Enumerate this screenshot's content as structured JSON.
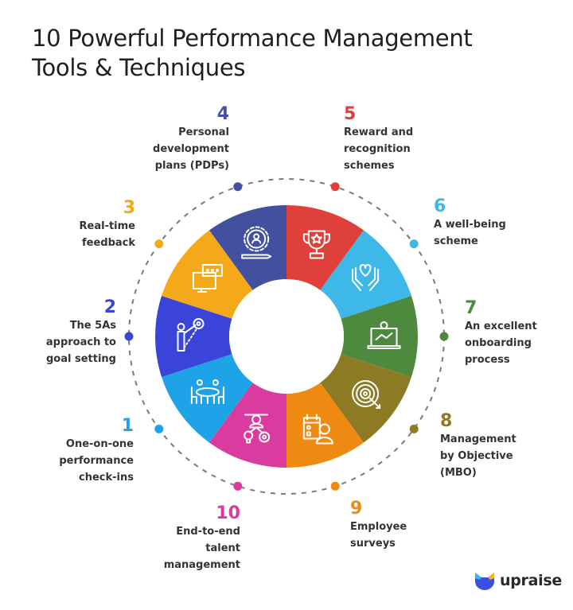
{
  "title": {
    "line1": "10 Powerful Performance Management",
    "line2": "Tools & Techniques"
  },
  "items": [
    {
      "number": "1",
      "lines": [
        "One-on-one",
        "performance",
        "check-ins"
      ],
      "color": "#1fa3e8",
      "icon": "meeting-table-icon"
    },
    {
      "number": "2",
      "lines": [
        "The 5As",
        "approach to",
        "goal setting"
      ],
      "color": "#3a44d8",
      "icon": "goal-pointer-icon"
    },
    {
      "number": "3",
      "lines": [
        "Real-time",
        "feedback"
      ],
      "color": "#f4a919",
      "icon": "monitor-chat-icon"
    },
    {
      "number": "4",
      "lines": [
        "Personal",
        "development",
        "plans (PDPs)"
      ],
      "color": "#43509f",
      "icon": "gear-person-pencil-icon"
    },
    {
      "number": "5",
      "lines": [
        "Reward and",
        "recognition",
        "schemes"
      ],
      "color": "#e0403a",
      "icon": "trophy-icon"
    },
    {
      "number": "6",
      "lines": [
        "A well-being",
        "scheme"
      ],
      "color": "#3db8e8",
      "icon": "hands-heart-icon"
    },
    {
      "number": "7",
      "lines": [
        "An excellent",
        "onboarding",
        "process"
      ],
      "color": "#4d8a3d",
      "icon": "laptop-handshake-icon"
    },
    {
      "number": "8",
      "lines": [
        "Management",
        "by Objective",
        "(MBO)"
      ],
      "color": "#8c7a24",
      "icon": "target-arrow-icon"
    },
    {
      "number": "9",
      "lines": [
        "Employee",
        "surveys"
      ],
      "color": "#ee8a12",
      "icon": "calendar-person-icon"
    },
    {
      "number": "10",
      "lines": [
        "End-to-end",
        "talent",
        "management"
      ],
      "color": "#d93c9e",
      "icon": "talent-network-icon"
    }
  ],
  "logo": {
    "text": "upraise"
  }
}
